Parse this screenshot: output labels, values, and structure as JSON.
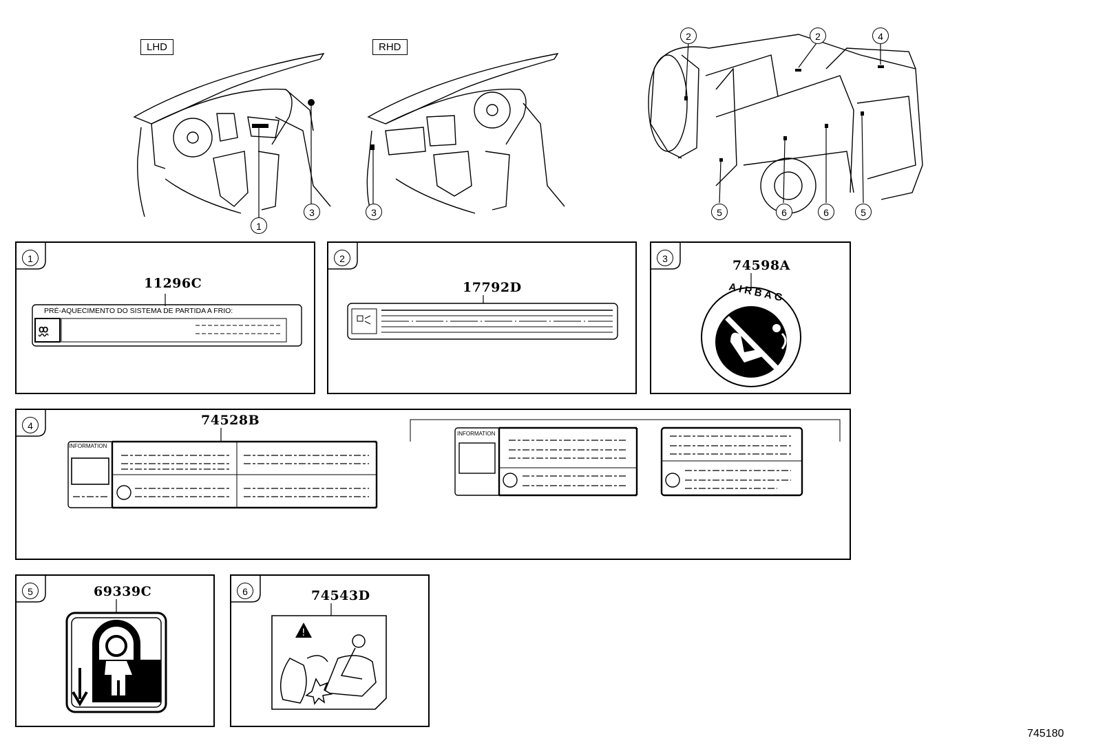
{
  "views": {
    "lhd_label": "LHD",
    "rhd_label": "RHD"
  },
  "callouts": {
    "lhd": [
      "1",
      "3"
    ],
    "rhd": [
      "3"
    ],
    "car": [
      "2",
      "2",
      "4",
      "5",
      "6",
      "6",
      "5"
    ]
  },
  "panels": [
    {
      "num": "1",
      "part_no": "11296C",
      "label_text": "PRÉ-AQUECIMENTO DO SISTEMA  DE  PARTIDA  A  FRIO:"
    },
    {
      "num": "2",
      "part_no": "17792D"
    },
    {
      "num": "3",
      "part_no": "74598A",
      "seal_text": "AIRBAG"
    },
    {
      "num": "4",
      "part_no": "74528B",
      "info_text": "INFORMATION"
    },
    {
      "num": "5",
      "part_no": "69339C"
    },
    {
      "num": "6",
      "part_no": "74543D"
    }
  ],
  "doc_id": "745180"
}
